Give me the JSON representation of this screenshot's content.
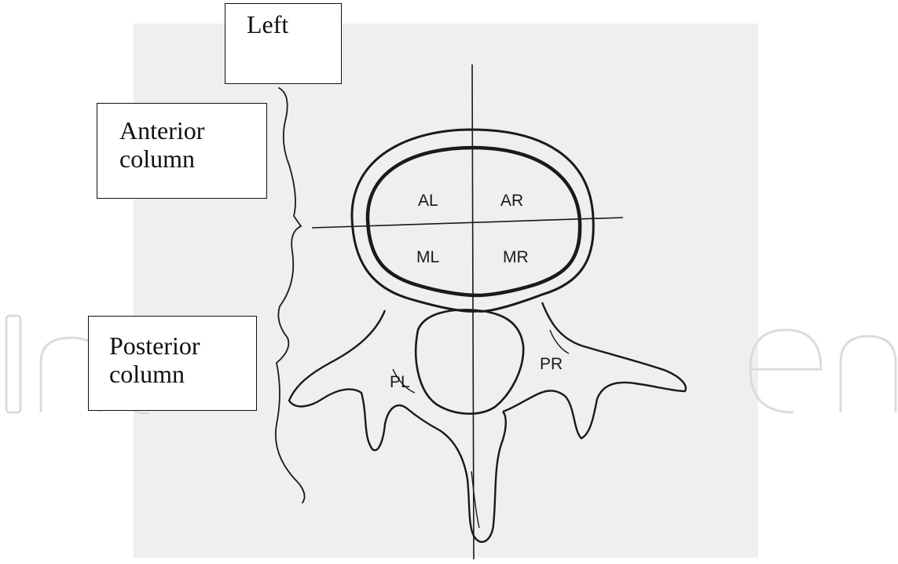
{
  "callouts": {
    "left": "Left",
    "anterior": {
      "line1": "Anterior",
      "line2": "column"
    },
    "posterior": {
      "line1": "Posterior",
      "line2": "column"
    }
  },
  "regions": {
    "al": "AL",
    "ar": "AR",
    "ml": "ML",
    "mr": "MR",
    "pl": "PL",
    "pr": "PR"
  },
  "watermark": {
    "text": "IntechOpen",
    "color": "#e6e6e6"
  },
  "colors": {
    "ink": "#1a1a1a",
    "paper": "#efefef",
    "box_fill": "#ffffff"
  }
}
